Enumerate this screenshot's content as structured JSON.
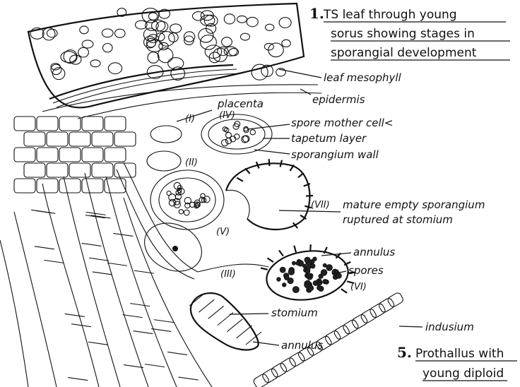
{
  "caption_1": {
    "number": "1.",
    "lines": [
      "TS leaf through young",
      "sorus showing stages in",
      "sporangial development"
    ]
  },
  "caption_5": {
    "number": "5.",
    "lines": [
      "Prothallus with",
      "young diploid"
    ]
  },
  "labels": {
    "leaf_mesophyll": "leaf mesophyll",
    "epidermis": "epidermis",
    "placenta": "placenta",
    "spore_mother_cells": "spore mother cell<",
    "tapetum_layer": "tapetum layer",
    "sporangium_wall": "sporangium wall",
    "mature_empty_sporangium": "mature empty sporangium",
    "ruptured_at_stomium": "ruptured at stomium",
    "annulus": "annulus",
    "spores": "spores",
    "stomium": "stomium",
    "annulus_2": "annulus",
    "indusium": "indusium"
  },
  "stages": {
    "i": "(I)",
    "ii": "(II)",
    "iii": "(III)",
    "iv": "(IV)",
    "v": "(V)",
    "vi": "(VI)",
    "vii": "(VII)"
  }
}
